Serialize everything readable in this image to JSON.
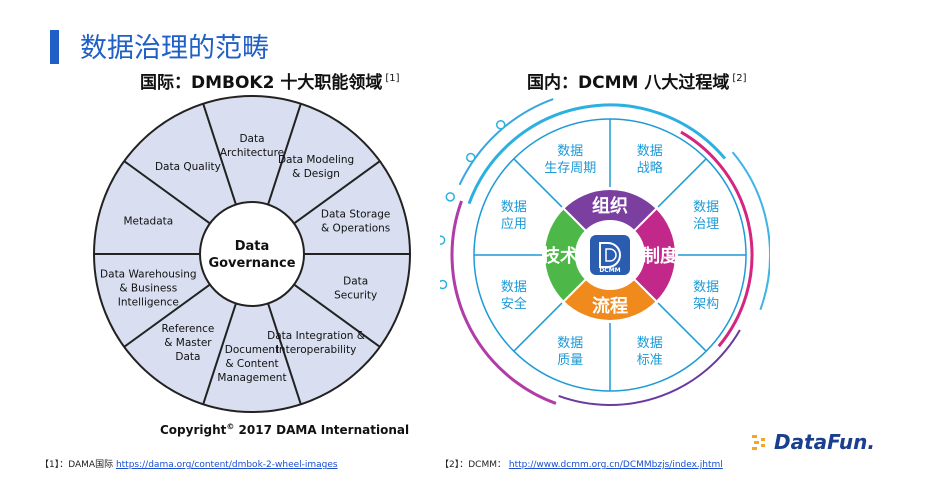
{
  "title": "数据治理的范畴",
  "left": {
    "subtitle": "国际：DMBOK2 十大职能领域",
    "ref": "[1]",
    "center": "Data Governance",
    "segments": [
      "Data Architecture",
      "Data Modeling & Design",
      "Data Storage & Operations",
      "Data Security",
      "Data Integration & Interoperability",
      "Document & Content Management",
      "Reference & Master Data",
      "Data Warehousing & Business Intelligence",
      "Metadata",
      "Data Quality"
    ],
    "copyright_prefix": "Copyright",
    "copyright_mark": "©",
    "copyright_suffix": " 2017 DAMA International"
  },
  "right": {
    "subtitle": "国内：DCMM 八大过程域",
    "ref": "[2]",
    "center_logo": "DCMM",
    "inner": [
      "组织",
      "制度",
      "流程",
      "技术"
    ],
    "segments": [
      "数据战略",
      "数据治理",
      "数据架构",
      "数据标准",
      "数据质量",
      "数据安全",
      "数据应用",
      "数据生存周期"
    ]
  },
  "footnotes": {
    "left_label": "【1】：DAMA国际",
    "left_url": "https://dama.org/content/dmbok-2-wheel-images",
    "right_label": "【2】：DCMM：",
    "right_url": "http://www.dcmm.org.cn/DCMMbzjs/index.jhtml"
  },
  "logo": "DataFun.",
  "colors": {
    "accent": "#1f5fc6",
    "wheel_fill": "#d9dff0",
    "segment_blue": "#1e9ad6",
    "inner_purple": "#7b3fa0",
    "inner_magenta": "#c2288a",
    "inner_orange": "#f08a1c",
    "inner_green": "#4db848",
    "inner_blue": "#2a5db0"
  }
}
